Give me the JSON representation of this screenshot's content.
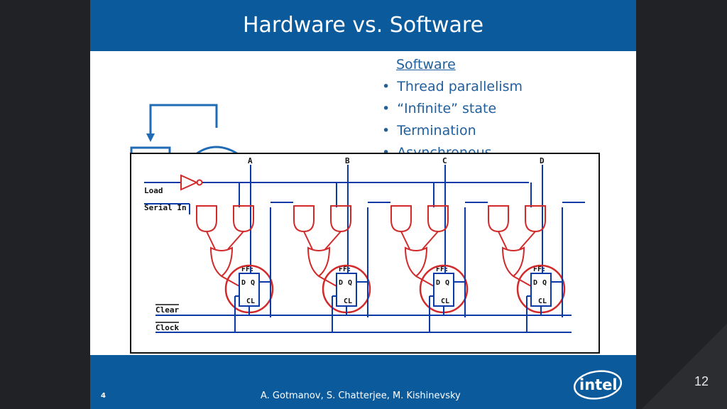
{
  "slide": {
    "title": "Hardware vs. Software",
    "software_heading": "Software",
    "bullets": [
      "Thread parallelism",
      "“Infinite” state",
      "Termination",
      "Asynchronous"
    ],
    "slide_number": "4",
    "authors": "A. Gotmanov, S. Chatterjee, M. Kishinevsky",
    "logo_text": "intel"
  },
  "circuit": {
    "inputs": [
      "Load",
      "Serial In",
      "Clear",
      "Clock"
    ],
    "outputs": [
      "A",
      "B",
      "C",
      "D"
    ],
    "ff_label": "FF:",
    "ff_pins": [
      "D",
      "Q",
      "CL"
    ]
  },
  "page_number": "12",
  "colors": {
    "header": "#0b5a9c",
    "accent_text": "#1f5f9e",
    "wire": "#0a3aa8",
    "gate": "#d22a2a",
    "background": "#212226"
  }
}
